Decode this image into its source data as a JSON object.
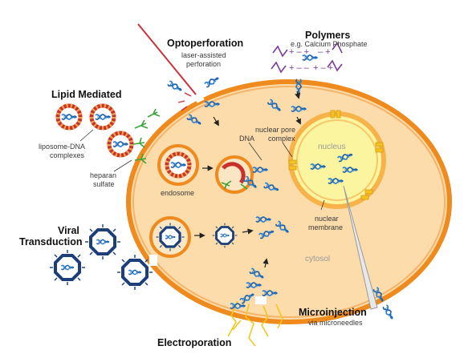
{
  "colors": {
    "cell_fill": "#fbdcaa",
    "cell_border": "#ef8a1e",
    "nucleus_fill": "#fbf5a0",
    "nucleus_ring": "#f7b24a",
    "dna_blue": "#2a7fd0",
    "liposome_red": "#c8302a",
    "virus_navy": "#1c3f7a",
    "heparan_green": "#3aa33a",
    "laser_red": "#c8323c",
    "polymer_purple": "#7a3b9a",
    "electro_yellow": "#f2c81c"
  },
  "methods": {
    "optoperforation": {
      "title": "Optoperforation",
      "sub1": "laser-assisted",
      "sub2": "perforation"
    },
    "polymers": {
      "title": "Polymers",
      "sub": "e.g. Calcium Phosphate"
    },
    "lipid": {
      "title": "Lipid Mediated",
      "sub1": "liposome-DNA",
      "sub2": "complexes"
    },
    "viral": {
      "title1": "Viral",
      "title2": "Transduction"
    },
    "electroporation": {
      "title": "Electroporation"
    },
    "microinjection": {
      "title": "Microinjection",
      "sub": "via microneedles"
    }
  },
  "labels": {
    "heparan1": "heparan",
    "heparan2": "sulfate",
    "endosome": "endosome",
    "dna": "DNA",
    "nuclear_pore1": "nuclear pore",
    "nuclear_pore2": "complex",
    "nucleus": "nucleus",
    "nuclear_membrane1": "nuclear",
    "nuclear_membrane2": "membrane",
    "cytosol": "cytosol"
  }
}
